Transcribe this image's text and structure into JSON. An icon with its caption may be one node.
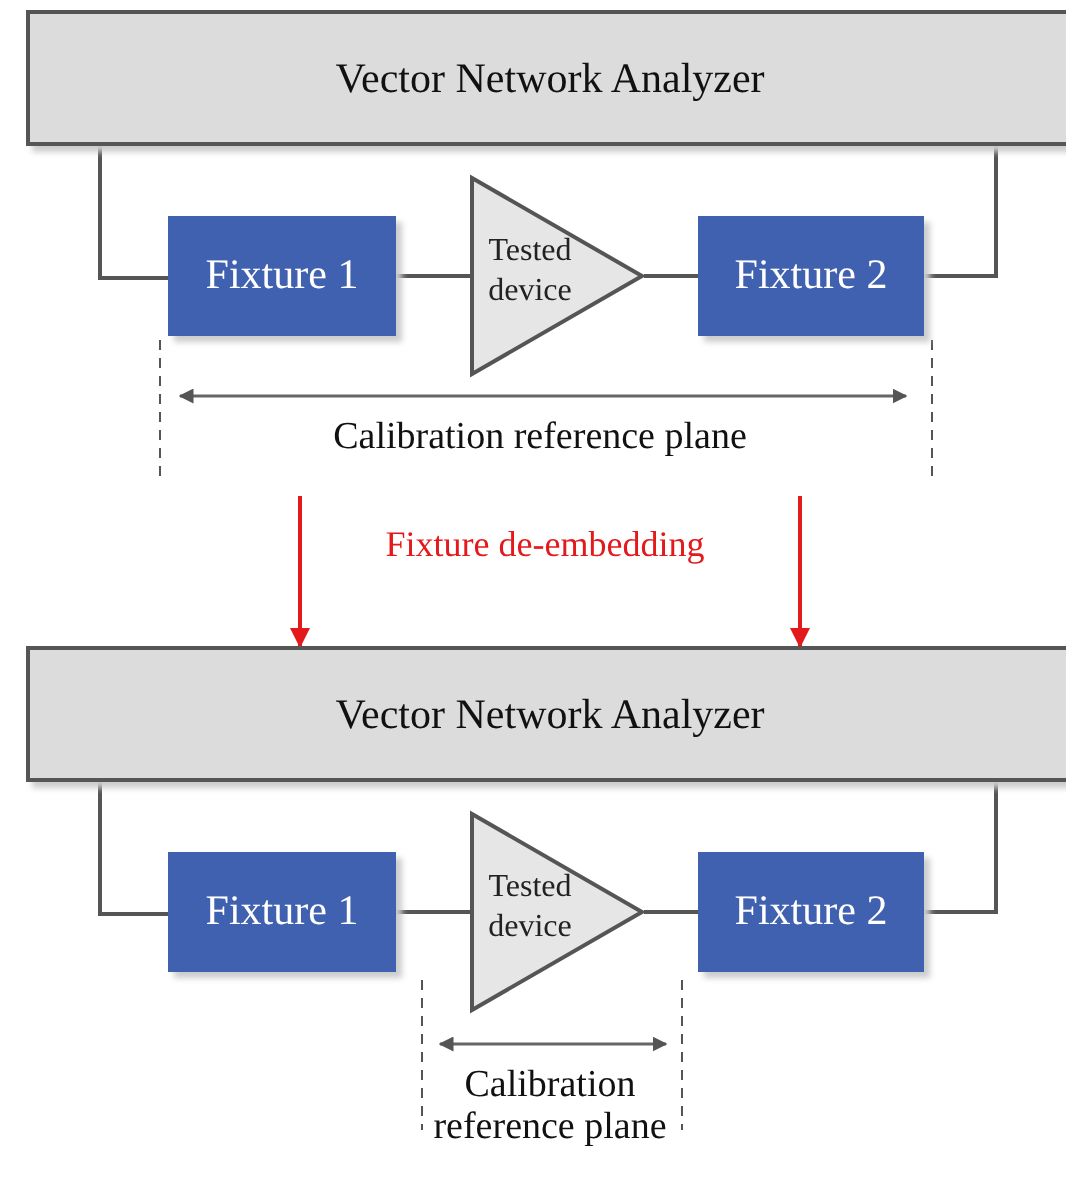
{
  "diagram": {
    "nodes": [
      {
        "text": [
          "Vector Network Analyzer"
        ]
      },
      {
        "text": [
          "Fixture 1"
        ]
      },
      {
        "text": [
          "Tested device"
        ]
      },
      {
        "text": [
          "Fixture 2"
        ]
      },
      {
        "text": [
          "Vector Network Analyzer"
        ]
      },
      {
        "text": [
          "Fixture 1"
        ]
      },
      {
        "text": [
          "Tested device"
        ]
      },
      {
        "text": [
          "Fixture 2"
        ]
      }
    ],
    "edges": [
      {
        "from": 0,
        "to": 1,
        "arrow": "none"
      },
      {
        "from": 1,
        "to": 2,
        "arrow": "none"
      },
      {
        "from": 2,
        "to": 3,
        "arrow": "none"
      },
      {
        "from": 3,
        "to": 0,
        "arrow": "none"
      },
      {
        "from": 4,
        "to": 5,
        "arrow": "none"
      },
      {
        "from": 5,
        "to": 6,
        "arrow": "none"
      },
      {
        "from": 6,
        "to": 7,
        "arrow": "none"
      },
      {
        "from": 7,
        "to": 4,
        "arrow": "none"
      },
      {
        "from": null,
        "to": 4,
        "arrow": "to",
        "color": "#e3191c"
      },
      {
        "from": null,
        "to": 4,
        "arrow": "to",
        "color": "#e3191c"
      }
    ],
    "labels": [
      "Calibration reference plane",
      "Fixture de-embedding",
      "Calibration reference plane"
    ]
  }
}
